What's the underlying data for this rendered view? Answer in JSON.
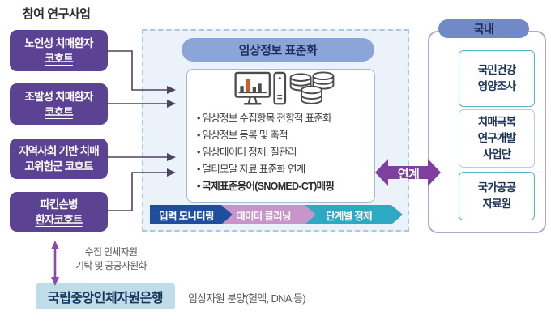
{
  "title": "참여 연구사업",
  "cohorts": [
    {
      "line1": "노인성 치매환자",
      "line2": "코호트"
    },
    {
      "line1": "조발성 치매환자",
      "line2": "코호트"
    },
    {
      "line1": "지역사회 기반 치매",
      "line2": "고위험군 코호트"
    },
    {
      "line1": "파킨슨병",
      "line2": "환자코호트"
    }
  ],
  "center": {
    "header": "임상정보 표준화",
    "bullets": [
      "임상정보 수집항목 전향적 표준화",
      "임상정보 등록 및 축적",
      "임상데이터 정제, 질관리",
      "멀티모달 자료 표준화 연계",
      "국제표준용어(SNOMED-CT)매핑"
    ],
    "pipeline": [
      {
        "label": "입력 모니터링",
        "color": "#1e4e9d"
      },
      {
        "label": "데이터 클리닝",
        "color": "#c795c9"
      },
      {
        "label": "단계별 정제",
        "color": "#2fa9c2"
      }
    ],
    "icons": [
      "monitor-bar-chart-icon",
      "computer-tower-icon",
      "database-coins-icon"
    ]
  },
  "link_label": "연계",
  "domestic": {
    "header": "국내",
    "items": [
      {
        "lines": [
          "국민건강",
          "영양조사"
        ],
        "border": "#4fb5c6"
      },
      {
        "lines": [
          "치매극복",
          "연구개발",
          "사업단"
        ],
        "border": "#b9cce3"
      },
      {
        "lines": [
          "국가공공",
          "자료원"
        ],
        "border": "#4fb5c6"
      }
    ]
  },
  "biobank": {
    "note_line1": "수집 인체자원",
    "note_line2": "기탁 및 공공자원화",
    "bank_name": "국립중앙인체자원은행",
    "side_note": "임상자원 분양(혈액, DNA 등)"
  },
  "colors": {
    "cohort_box": "#5b4293",
    "center_header_bg": "#8ca5d8",
    "dashed_border": "#a9c7e8",
    "dashed_bg": "#ecf2f9",
    "link_arrow": "#7f3f9f",
    "domestic_border": "#b5a7ce",
    "domestic_header_bg": "#7289c8",
    "connector": "#4e4360",
    "updown_arrow": "#8b4bad",
    "bank_bg": "#bedde9",
    "chart_bar_accent": "#c65f2e"
  }
}
